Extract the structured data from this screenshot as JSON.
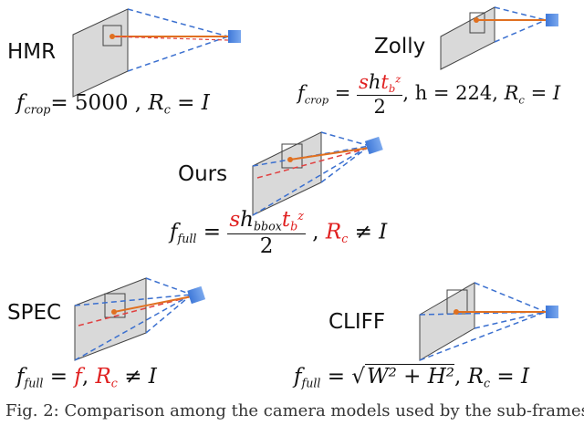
{
  "labels": {
    "hmr": "HMR",
    "zolly": "Zolly",
    "ours": "Ours",
    "spec": "SPEC",
    "cliff": "CLIFF"
  },
  "equations": {
    "hmr_f": "f",
    "hmr_sub": "crop",
    "hmr_rhs": "= 5000 ,  ",
    "hmr_rc": "R",
    "hmr_rc_sub": "c",
    "hmr_eq": " = I",
    "zolly_f": "f",
    "zolly_sub": "crop",
    "zolly_num_s": "s",
    "zolly_num_h": "h",
    "zolly_num_t": "t",
    "zolly_num_tsub": "b",
    "zolly_num_tsup": "z",
    "zolly_den": "2",
    "zolly_rest": ", h = 224,  ",
    "zolly_rc": "R",
    "zolly_rc_sub": "c",
    "zolly_eq": " = I",
    "ours_f": "f",
    "ours_sub": "full",
    "ours_num_s": "s",
    "ours_num_h": "h",
    "ours_num_hsub": "bbox",
    "ours_num_t": "t",
    "ours_num_tsub": "b",
    "ours_num_tsup": "z",
    "ours_den": "2",
    "ours_comma": " ,   ",
    "ours_rc": "R",
    "ours_rc_sub": "c",
    "ours_neq": " ≠ I",
    "spec_f": "f",
    "spec_sub": "full",
    "spec_eq1": " = ",
    "spec_ff": "f",
    "spec_comma": ",  ",
    "spec_rc": "R",
    "spec_rc_sub": "c",
    "spec_neq": " ≠ I",
    "cliff_f": "f",
    "cliff_sub": "full",
    "cliff_eq1": " = √",
    "cliff_sqrt": "W² + H²",
    "cliff_comma": ",  ",
    "cliff_rc": "R",
    "cliff_rc_sub": "c",
    "cliff_eq": " = I"
  },
  "caption": "Fig. 2: Comparison among the camera models used by the sub-frames"
}
